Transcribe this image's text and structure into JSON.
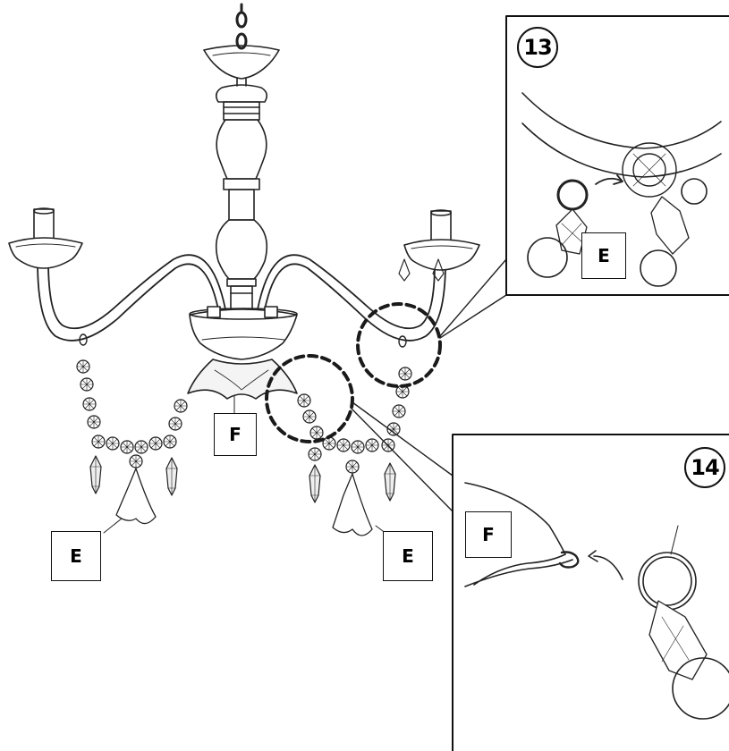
{
  "steps": {
    "step1": "13",
    "step2": "14"
  },
  "labels": {
    "main_f": "F",
    "main_e_left": "E",
    "main_e_right": "E",
    "detail13_e": "E",
    "detail14_f": "F"
  },
  "colors": {
    "line": "#111111",
    "dashed_circle": "#1a1a1a",
    "background": "#ffffff"
  }
}
